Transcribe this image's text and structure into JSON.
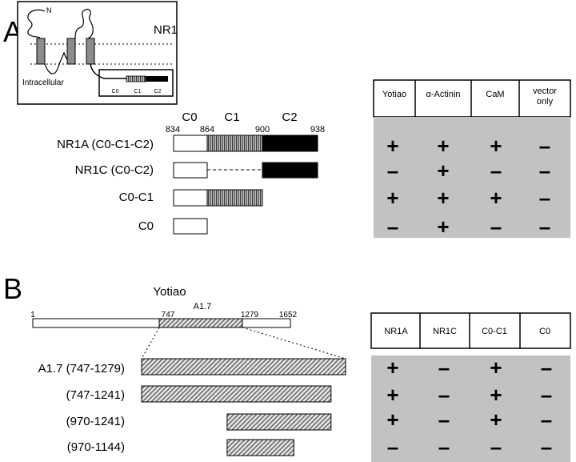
{
  "panel_a": {
    "letter": "A",
    "topology": {
      "protein": "NR1",
      "n_terminus": "N",
      "region": "Intracellular",
      "inset_segments": [
        "C0",
        "C1",
        "C2"
      ]
    },
    "segment_headers": [
      "C0",
      "C1",
      "C2"
    ],
    "positions": [
      "834",
      "864",
      "900",
      "938"
    ],
    "constructs": [
      {
        "label": "NR1A (C0-C1-C2)",
        "segments": [
          "C0",
          "C1",
          "C2"
        ]
      },
      {
        "label": "NR1C (C0-C2)",
        "segments": [
          "C0",
          "gap",
          "C2"
        ]
      },
      {
        "label": "C0-C1",
        "segments": [
          "C0",
          "C1"
        ]
      },
      {
        "label": "C0",
        "segments": [
          "C0"
        ]
      }
    ],
    "table": {
      "headers": [
        "Yotiao",
        "α-Actinin",
        "CaM",
        "vector only"
      ],
      "rows": [
        [
          "+",
          "+",
          "+",
          "-"
        ],
        [
          "-",
          "+",
          "-",
          "-"
        ],
        [
          "+",
          "+",
          "+",
          "-"
        ],
        [
          "-",
          "+",
          "-",
          "-"
        ]
      ]
    }
  },
  "panel_b": {
    "letter": "B",
    "protein": "Yotiao",
    "fragment": "A1.7",
    "positions": [
      "1",
      "747",
      "1279",
      "1652"
    ],
    "constructs": [
      {
        "label": "A1.7 (747-1279)",
        "start": 747,
        "end": 1279
      },
      {
        "label": "(747-1241)",
        "start": 747,
        "end": 1241
      },
      {
        "label": "(970-1241)",
        "start": 970,
        "end": 1241
      },
      {
        "label": "(970-1144)",
        "start": 970,
        "end": 1144
      }
    ],
    "table": {
      "headers": [
        "NR1A",
        "NR1C",
        "C0-C1",
        "C0"
      ],
      "rows": [
        [
          "+",
          "-",
          "+",
          "-"
        ],
        [
          "+",
          "-",
          "+",
          "-"
        ],
        [
          "+",
          "-",
          "+",
          "-"
        ],
        [
          "-",
          "-",
          "-",
          "-"
        ]
      ]
    }
  }
}
